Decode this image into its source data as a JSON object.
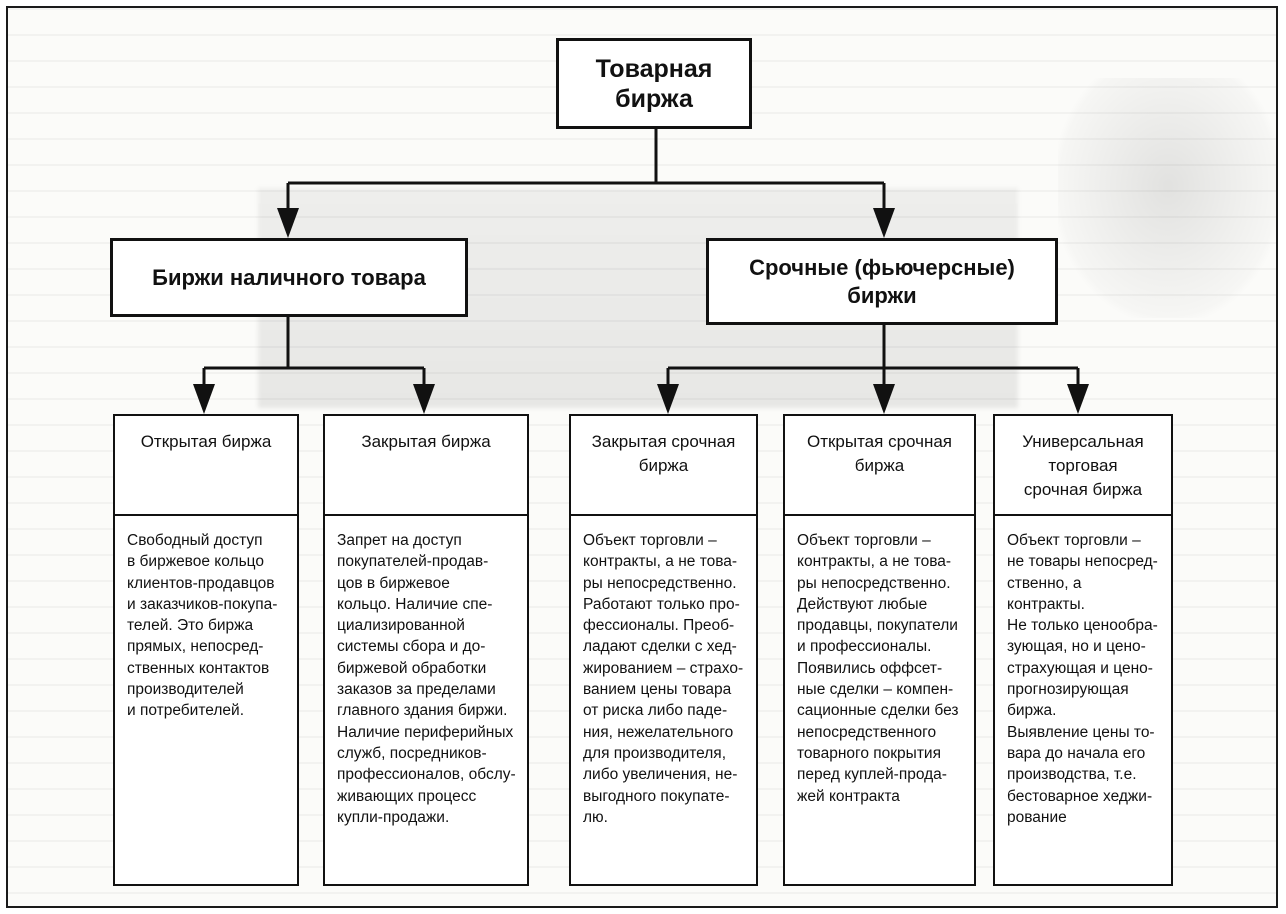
{
  "root": {
    "title": "Товарная\nбиржа"
  },
  "level1": [
    {
      "title": "Биржи наличного товара"
    },
    {
      "title": "Срочные (фьючерсные)\nбиржи"
    }
  ],
  "leaves": [
    {
      "title": "Открытая биржа",
      "text": "Свободный доступ\nв биржевое кольцо\nклиентов-продавцов\nи заказчиков-покупа-\nтелей. Это биржа\nпрямых, непосред-\nственных контактов\nпроизводителей\nи потребителей."
    },
    {
      "title": "Закрытая биржа",
      "text": "Запрет на доступ\nпокупателей-продав-\nцов в биржевое\nкольцо.  Наличие спе-\nциализированной\nсистемы сбора и до-\nбиржевой обработки\nзаказов за пределами\nглавного здания биржи.\nНаличие периферийных\nслужб, посредников-\nпрофессионалов, обслу-\nживающих процесс\nкупли-продажи."
    },
    {
      "title": "Закрытая срочная\nбиржа",
      "text": "Объект торговли –\nконтракты, а не това-\nры непосредственно.\nРаботают только про-\nфессионалы. Преоб-\nладают сделки с хед-\nжированием – страхо-\nванием цены товара\nот риска либо паде-\nния, нежелательного\nдля производителя,\nлибо увеличения, не-\nвыгодного покупате-\nлю."
    },
    {
      "title": "Открытая срочная\nбиржа",
      "text": "Объект торговли –\nконтракты, а не това-\nры непосредственно.\nДействуют любые\nпродавцы, покупатели\nи профессионалы.\nПоявились оффсет-\nные сделки – компен-\nсационные сделки без\nнепосредственного\nтоварного покрытия\nперед куплей-прода-\nжей контракта"
    },
    {
      "title": "Универсальная\nторговая\nсрочная биржа",
      "text": "Объект торговли –\nне товары непосред-\nственно, а контракты.\nНе только ценообра-\nзующая, но и цено-\nстрахующая и цено-\nпрогнозирующая\nбиржа.\nВыявление цены то-\nвара до начала его\nпроизводства, т.е.\nбестоварное хеджи-\nрование"
    }
  ]
}
